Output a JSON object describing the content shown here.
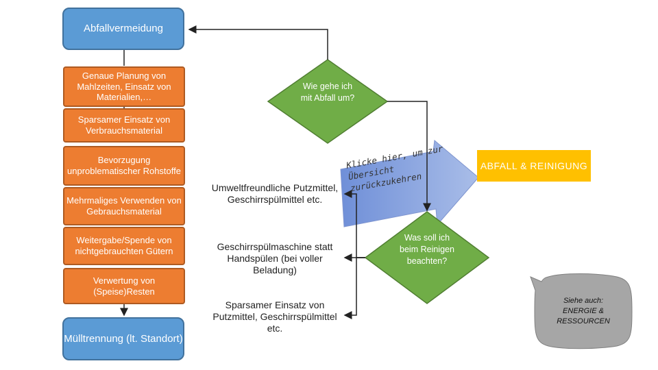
{
  "colors": {
    "blue": "#5b9bd5",
    "orange": "#ed7d31",
    "green": "#70ad47",
    "yellow": "#ffc000",
    "arrow_gradient": "#8fa8e0"
  },
  "left_column": {
    "top": "Abfallvermeidung",
    "items": [
      "Genaue Planung von Mahlzeiten, Einsatz von Materialien,…",
      "Sparsamer Einsatz von Verbrauchsmaterial",
      "Bevorzugung unproblematischer Rohstoffe",
      "Mehrmaliges Verwenden von Gebrauchsmaterial",
      "Weitergabe/Spende von nichtgebrauchten Gütern",
      "Verwertung von (Speise)Resten"
    ],
    "bottom": "Mülltrennung (lt. Standort)"
  },
  "decisions": {
    "top": "Wie gehe ich mit Abfall um?",
    "bottom": "Was soll ich beim Reinigen beachten?"
  },
  "cleaning_items": [
    "Umweltfreundliche Putzmittel, Geschirrspülmittel etc.",
    "Geschirrspülmaschine statt Handspülen (bei voller Beladung)",
    "Sparsamer Einsatz von Putzmittel, Geschirrspülmittel etc."
  ],
  "overview_arrow": {
    "line1": "Klicke hier, um zur",
    "line2": "Übersicht",
    "line3": "zurückzukehren"
  },
  "title_box": "ABFALL & REINIGUNG",
  "callout": "Siehe auch: ENERGIE & RESSOURCEN"
}
